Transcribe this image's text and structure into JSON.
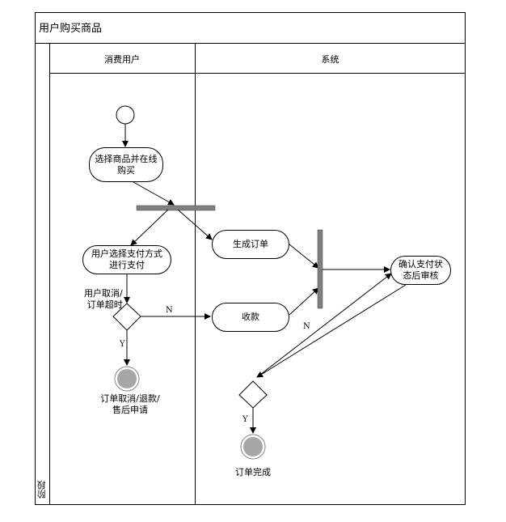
{
  "diagram": {
    "title": "用户购买商品",
    "side_label": "阶段",
    "lanes": [
      {
        "label": "消费用户"
      },
      {
        "label": "系统"
      }
    ],
    "nodes": {
      "select_goods": "选择商品并在线\n购买",
      "choose_payment": "用户选择支付方式\n进行支付",
      "generate_order": "生成订单",
      "collect_payment": "收款",
      "confirm_payment": "确认支付状\n态后审核"
    },
    "annotations": {
      "cancel_condition": "用户取消/\n订单超时",
      "cancel_end": "订单取消/退款/\n售后申请",
      "complete_end": "订单完成"
    },
    "guards": {
      "user_no": "N",
      "user_yes": "Y",
      "system_no": "N",
      "system_yes": "Y"
    }
  }
}
